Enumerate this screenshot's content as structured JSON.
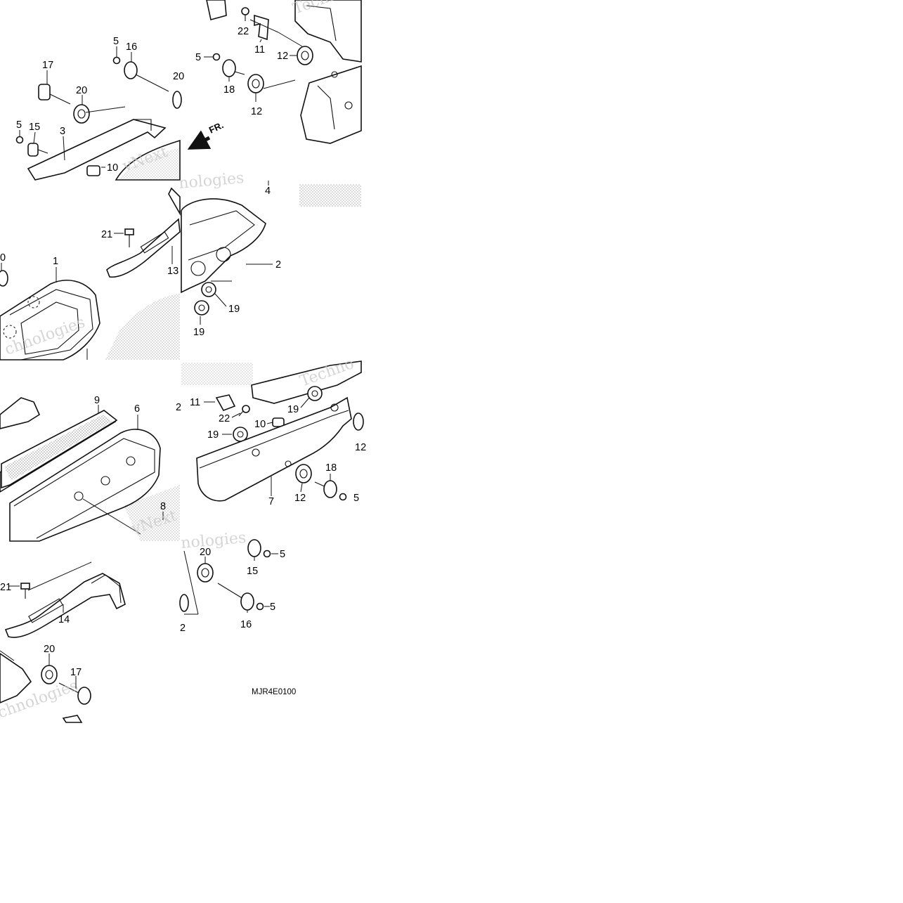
{
  "diagram": {
    "code": "MJR4E0100",
    "direction": "FR.",
    "callouts": [
      {
        "id": "c5a",
        "text": "5"
      },
      {
        "id": "c16a",
        "text": "16"
      },
      {
        "id": "c17a",
        "text": "17"
      },
      {
        "id": "c20a",
        "text": "20"
      },
      {
        "id": "c20b",
        "text": "20"
      },
      {
        "id": "c5b",
        "text": "5"
      },
      {
        "id": "c15a",
        "text": "15"
      },
      {
        "id": "c3",
        "text": "3"
      },
      {
        "id": "c10a",
        "text": "10"
      },
      {
        "id": "c22a",
        "text": "22"
      },
      {
        "id": "c11a",
        "text": "11"
      },
      {
        "id": "c5c",
        "text": "5"
      },
      {
        "id": "c12a",
        "text": "12"
      },
      {
        "id": "c18a",
        "text": "18"
      },
      {
        "id": "c12b",
        "text": "12"
      },
      {
        "id": "c4",
        "text": "4"
      },
      {
        "id": "c21a",
        "text": "21"
      },
      {
        "id": "c13",
        "text": "13"
      },
      {
        "id": "c0",
        "text": "0"
      },
      {
        "id": "c1",
        "text": "1"
      },
      {
        "id": "c2a",
        "text": "2"
      },
      {
        "id": "c19a",
        "text": "19"
      },
      {
        "id": "c19b",
        "text": "19"
      },
      {
        "id": "c9",
        "text": "9"
      },
      {
        "id": "c6",
        "text": "6"
      },
      {
        "id": "c2b",
        "text": "2"
      },
      {
        "id": "c11b",
        "text": "11"
      },
      {
        "id": "c19c",
        "text": "19"
      },
      {
        "id": "c22b",
        "text": "22"
      },
      {
        "id": "c10b",
        "text": "10"
      },
      {
        "id": "c19d",
        "text": "19"
      },
      {
        "id": "c12c",
        "text": "12"
      },
      {
        "id": "c18b",
        "text": "18"
      },
      {
        "id": "c5d",
        "text": "5"
      },
      {
        "id": "c7",
        "text": "7"
      },
      {
        "id": "c12d",
        "text": "12"
      },
      {
        "id": "c8",
        "text": "8"
      },
      {
        "id": "c21b",
        "text": "21"
      },
      {
        "id": "c14",
        "text": "14"
      },
      {
        "id": "c20c",
        "text": "20"
      },
      {
        "id": "c15b",
        "text": "15"
      },
      {
        "id": "c5e",
        "text": "5"
      },
      {
        "id": "c16b",
        "text": "16"
      },
      {
        "id": "c5f",
        "text": "5"
      },
      {
        "id": "c2c",
        "text": "2"
      },
      {
        "id": "c20d",
        "text": "20"
      },
      {
        "id": "c17b",
        "text": "17"
      }
    ]
  }
}
